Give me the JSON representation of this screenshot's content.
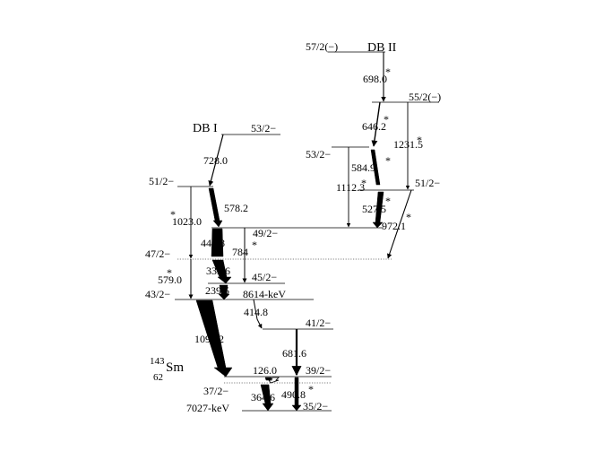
{
  "nucleus": {
    "mass_number": "143",
    "atomic_number": "62",
    "symbol": "Sm"
  },
  "bands": {
    "db1": "DB I",
    "db2": "DB II"
  },
  "levels": {
    "l57": "57/2(−)",
    "l55": "55/2(−)",
    "l53_db1": "53/2−",
    "l53_db2": "53/2−",
    "l51_db1": "51/2−",
    "l51_db2": "51/2−",
    "l49": "49/2−",
    "l47": "47/2−",
    "l45": "45/2−",
    "l43": "43/2−",
    "l8614": "8614-keV",
    "l41": "41/2−",
    "l39": "39/2−",
    "l37": "37/2−",
    "l35": "35/2−",
    "l7027": "7027-keV"
  },
  "transitions": {
    "t698": "698.0",
    "t646": "646.2",
    "t1231": "1231.5",
    "t584": "584.9",
    "t1112": "1112.3",
    "t527": "527.5",
    "t972": "972.1",
    "t728": "728.0",
    "t578": "578.2",
    "t1023": "1023.0",
    "t444": "444.8",
    "t784": "784",
    "t339": "339.6",
    "t579": "579.0",
    "t239": "239.5",
    "t414": "414.8",
    "t681": "681.6",
    "t1096": "1096.2",
    "t126": "126.0",
    "t364": "364.6",
    "t490": "490.8"
  },
  "marker": "*"
}
